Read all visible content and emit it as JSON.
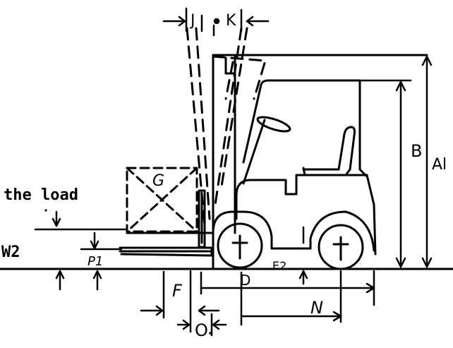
{
  "labels": {
    "J": "J",
    "K": "K",
    "A": "Al",
    "B": "B",
    "G": "G",
    "load": "the load",
    "W2": "W2",
    "P1": "P1",
    "E2": "E2",
    "D": "D",
    "F": "F",
    "N": "N",
    "O": "O"
  },
  "colors": {
    "ink": "#000000",
    "background": "#ffffff"
  }
}
